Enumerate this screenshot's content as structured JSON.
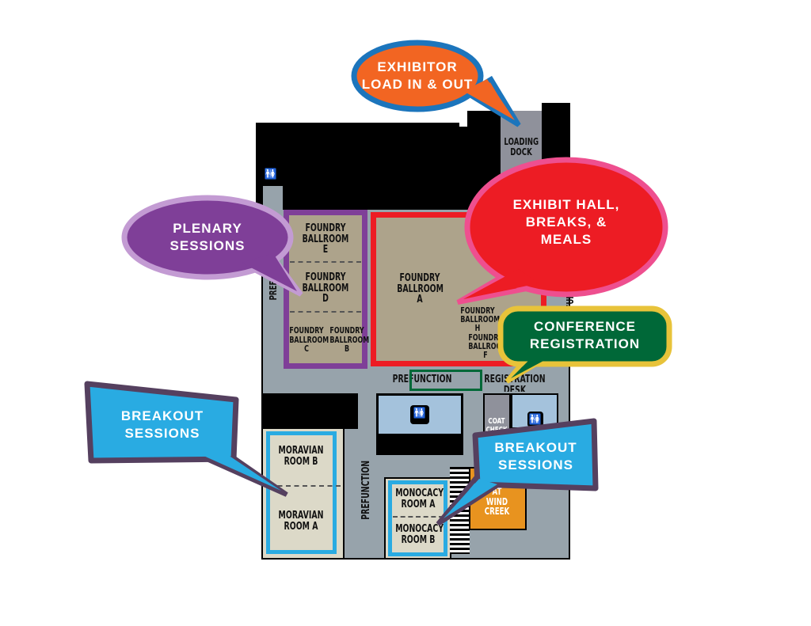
{
  "rooms": {
    "loading_dock": "LOADING\nDOCK",
    "ballroom_e": "FOUNDRY\nBALLROOM\nE",
    "ballroom_d": "FOUNDRY\nBALLROOM\nD",
    "ballroom_c": "FOUNDRY\nBALLROOM\nC",
    "ballroom_b": "FOUNDRY\nBALLROOM\nB",
    "ballroom_a": "FOUNDRY\nBALLROOM\nA",
    "ballroom_h": "FOUNDRY\nBALLROOM\nH",
    "ballroom_f": "FOUNDRY\nBALLROOM\nF",
    "prefunction_left": "PREFUNCTION",
    "prefunction_right": "PREFUNCTION",
    "prefunction_main": "PREFUNCTION",
    "prefunction_lower": "PREFUNCTION",
    "registration_desk": "REGISTRATION DESK",
    "coat_check": "COAT\nCHECK",
    "moravian_b": "MORAVIAN\nROOM B",
    "moravian_a": "MORAVIAN\nROOM A",
    "monocacy_a": "MONOCACY\nROOM A",
    "monocacy_b": "MONOCACY\nROOM B",
    "wind_creek": "AT\nWIND CREEK"
  },
  "callouts": {
    "exhibitor": "EXHIBITOR\nLOAD IN & OUT",
    "plenary": "PLENARY\nSESSIONS",
    "exhibit_hall": "EXHIBIT HALL,\nBREAKS, &\nMEALS",
    "registration": "CONFERENCE\nREGISTRATION",
    "breakout_left": "BREAKOUT\nSESSIONS",
    "breakout_right": "BREAKOUT\nSESSIONS"
  },
  "colors": {
    "plenary": "#7f3f98",
    "exhibit": "#ed1c24",
    "registration": "#006838",
    "breakout": "#29abe2",
    "exhibitor": "#f26522"
  }
}
